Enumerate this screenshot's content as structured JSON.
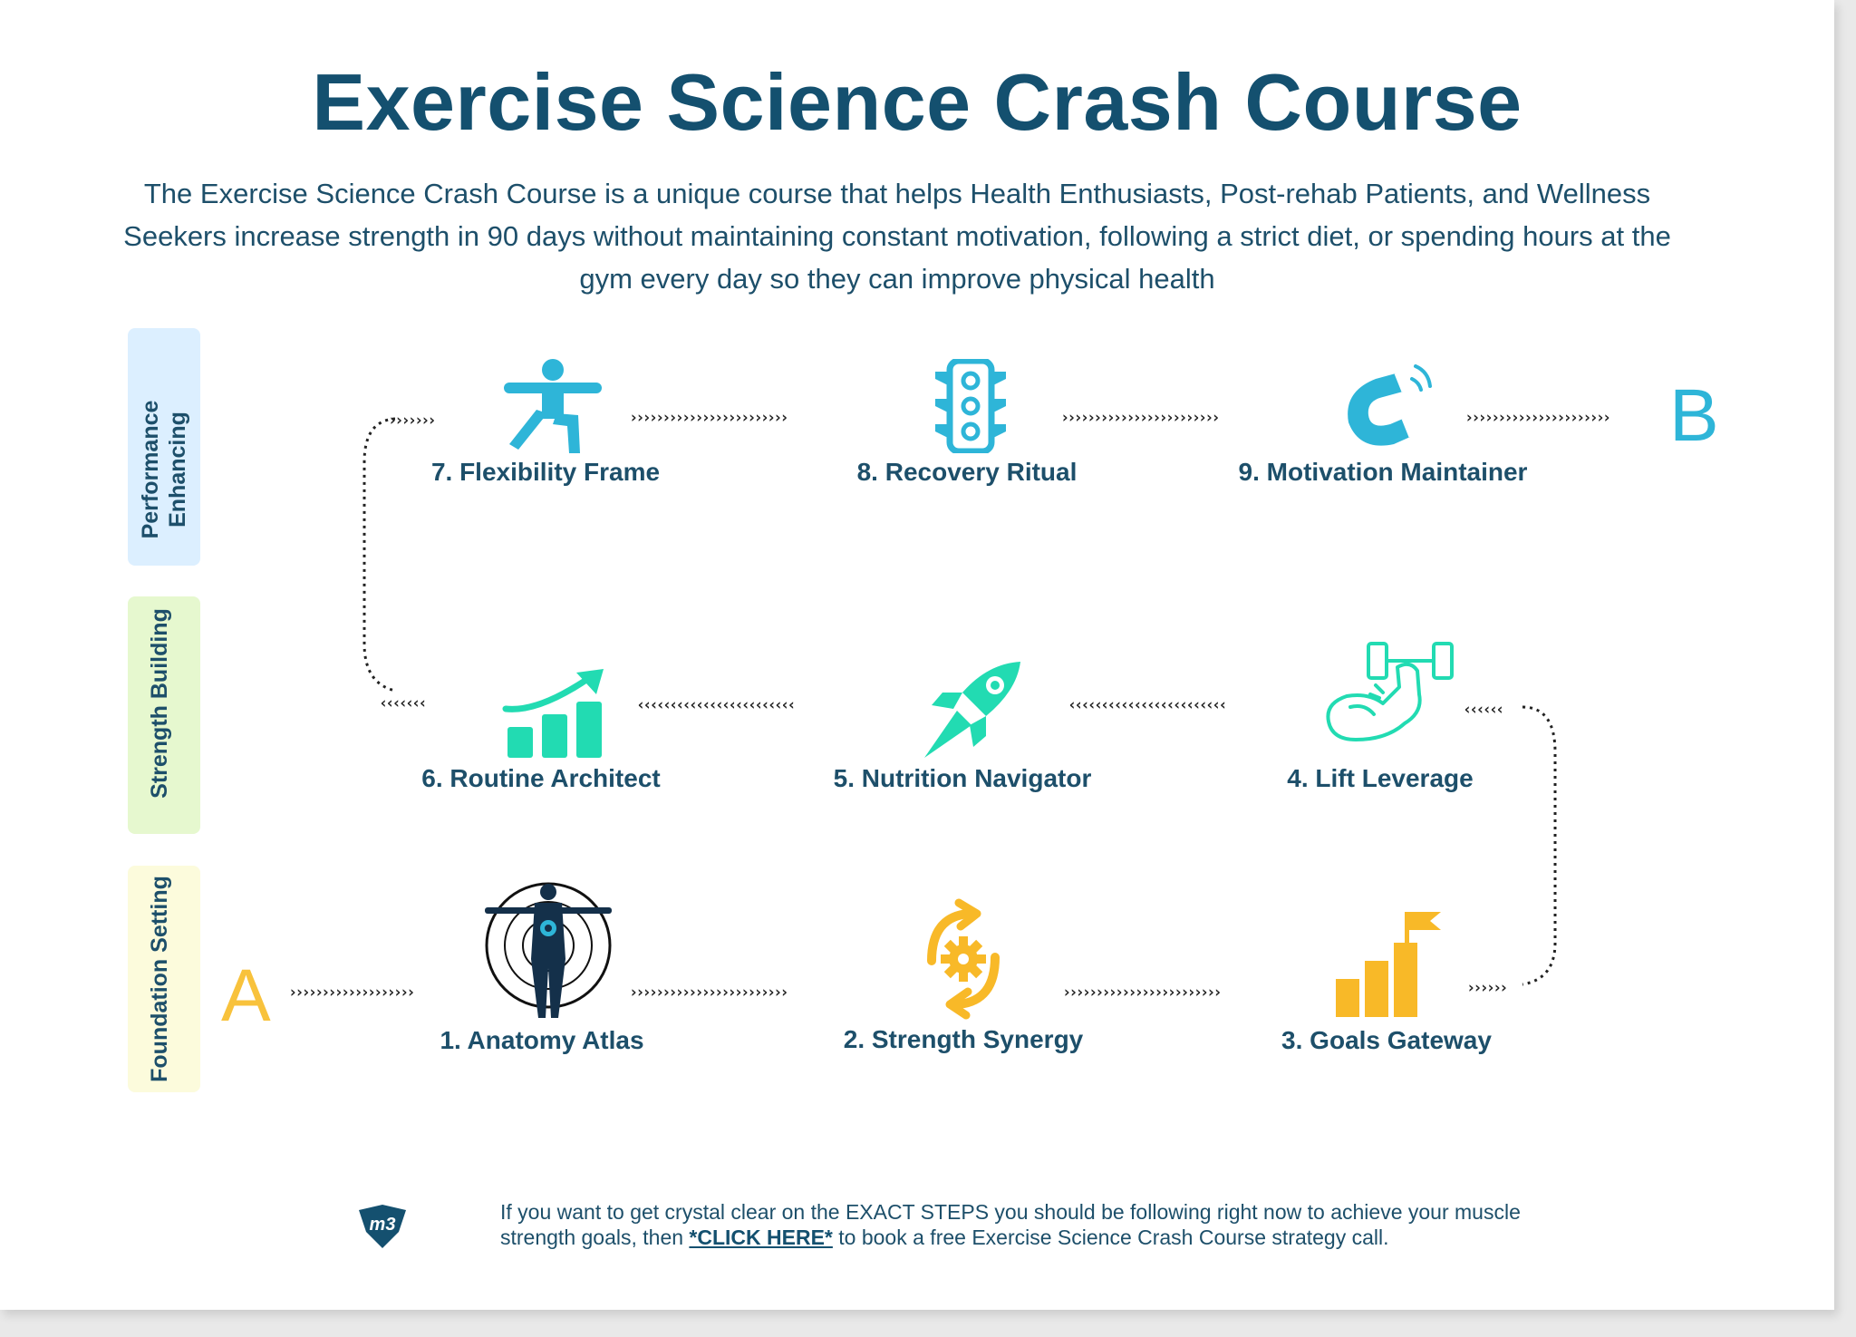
{
  "header": {
    "title": "Exercise Science Crash Course",
    "subtitle": "The Exercise Science Crash Course is a unique course that helps Health Enthusiasts, Post-rehab Patients, and Wellness Seekers increase strength in 90 days without maintaining constant motivation, following a strict diet, or spending hours at the gym every day so they can improve physical health"
  },
  "stages": [
    {
      "label": "Performance Enhancing",
      "line1": "Performance",
      "line2": "Enhancing",
      "color": "#dcefff"
    },
    {
      "label": "Strength Building",
      "color": "#e6f8cf"
    },
    {
      "label": "Foundation Setting",
      "color": "#fcfbdc"
    }
  ],
  "endpoints": {
    "start": {
      "label": "A",
      "color": "#f8c23c"
    },
    "end": {
      "label": "B",
      "color": "#2eb5d8"
    }
  },
  "steps": [
    {
      "label": "1. Anatomy Atlas",
      "icon": "anatomy-body-icon",
      "color": "#1a2a3a"
    },
    {
      "label": "2. Strength Synergy",
      "icon": "gear-cycle-icon",
      "color": "#f8b928"
    },
    {
      "label": "3. Goals Gateway",
      "icon": "goal-bar-flag-icon",
      "color": "#f8b928"
    },
    {
      "label": "4. Lift Leverage",
      "icon": "flexing-arm-dumbbell-icon",
      "color": "#22dbb2"
    },
    {
      "label": "5. Nutrition Navigator",
      "icon": "rocket-icon",
      "color": "#22dbb2"
    },
    {
      "label": "6. Routine Architect",
      "icon": "growth-chart-icon",
      "color": "#22dbb2"
    },
    {
      "label": "7. Flexibility Frame",
      "icon": "stretching-person-icon",
      "color": "#2eb5d8"
    },
    {
      "label": "8. Recovery Ritual",
      "icon": "traffic-light-icon",
      "color": "#2eb5d8"
    },
    {
      "label": "9. Motivation Maintainer",
      "icon": "magnet-icon",
      "color": "#2eb5d8"
    }
  ],
  "footer": {
    "text_before": "If you want to get crystal clear on the EXACT STEPS you should be following right now to achieve your muscle strength goals, then ",
    "cta": "*CLICK HERE*",
    "text_after": " to book a free Exercise Science Crash Course strategy call.",
    "logo_text": "m3"
  }
}
